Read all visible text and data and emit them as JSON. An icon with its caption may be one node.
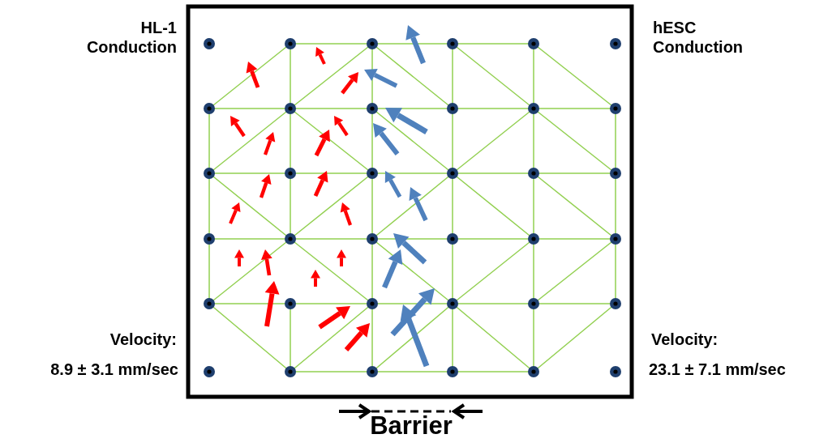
{
  "diagram": {
    "labels": [
      "HL-1 Conduction",
      "hESC Conduction",
      "Velocity:",
      "Velocity:",
      "8.9 ± 3.1 mm/sec",
      "23.1 ± 7.1 mm/sec",
      "Barrier"
    ]
  }
}
